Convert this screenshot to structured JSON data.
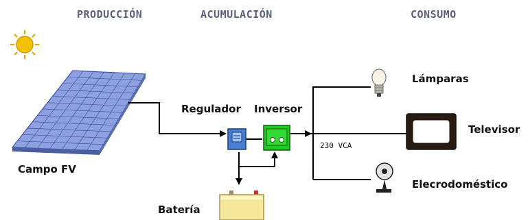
{
  "headers": {
    "produccion": "PRODUCCIÓN",
    "acumulacion": "ACUMULACIÓN",
    "consumo": "CONSUMO"
  },
  "components": {
    "campo": "Campo FV",
    "regulador": "Regulador",
    "inversor": "Inversor",
    "bateria": "Batería",
    "lamparas": "Lámparas",
    "televisor": "Televisor",
    "electro": "Elecrodoméstico"
  },
  "voltage": "230 VCA",
  "colors": {
    "panel_cell": "#7f93d8",
    "panel_grid": "#3e55b0",
    "regulator": "#4a7fd0",
    "inverter": "#1ec81e",
    "battery": "#f4e89a",
    "sun": "#f2b900",
    "wire": "#000000"
  },
  "icons": [
    "sun-icon",
    "solar-panel-icon",
    "regulator-icon",
    "inverter-icon",
    "battery-icon",
    "lamp-icon",
    "television-icon",
    "appliance-icon"
  ]
}
